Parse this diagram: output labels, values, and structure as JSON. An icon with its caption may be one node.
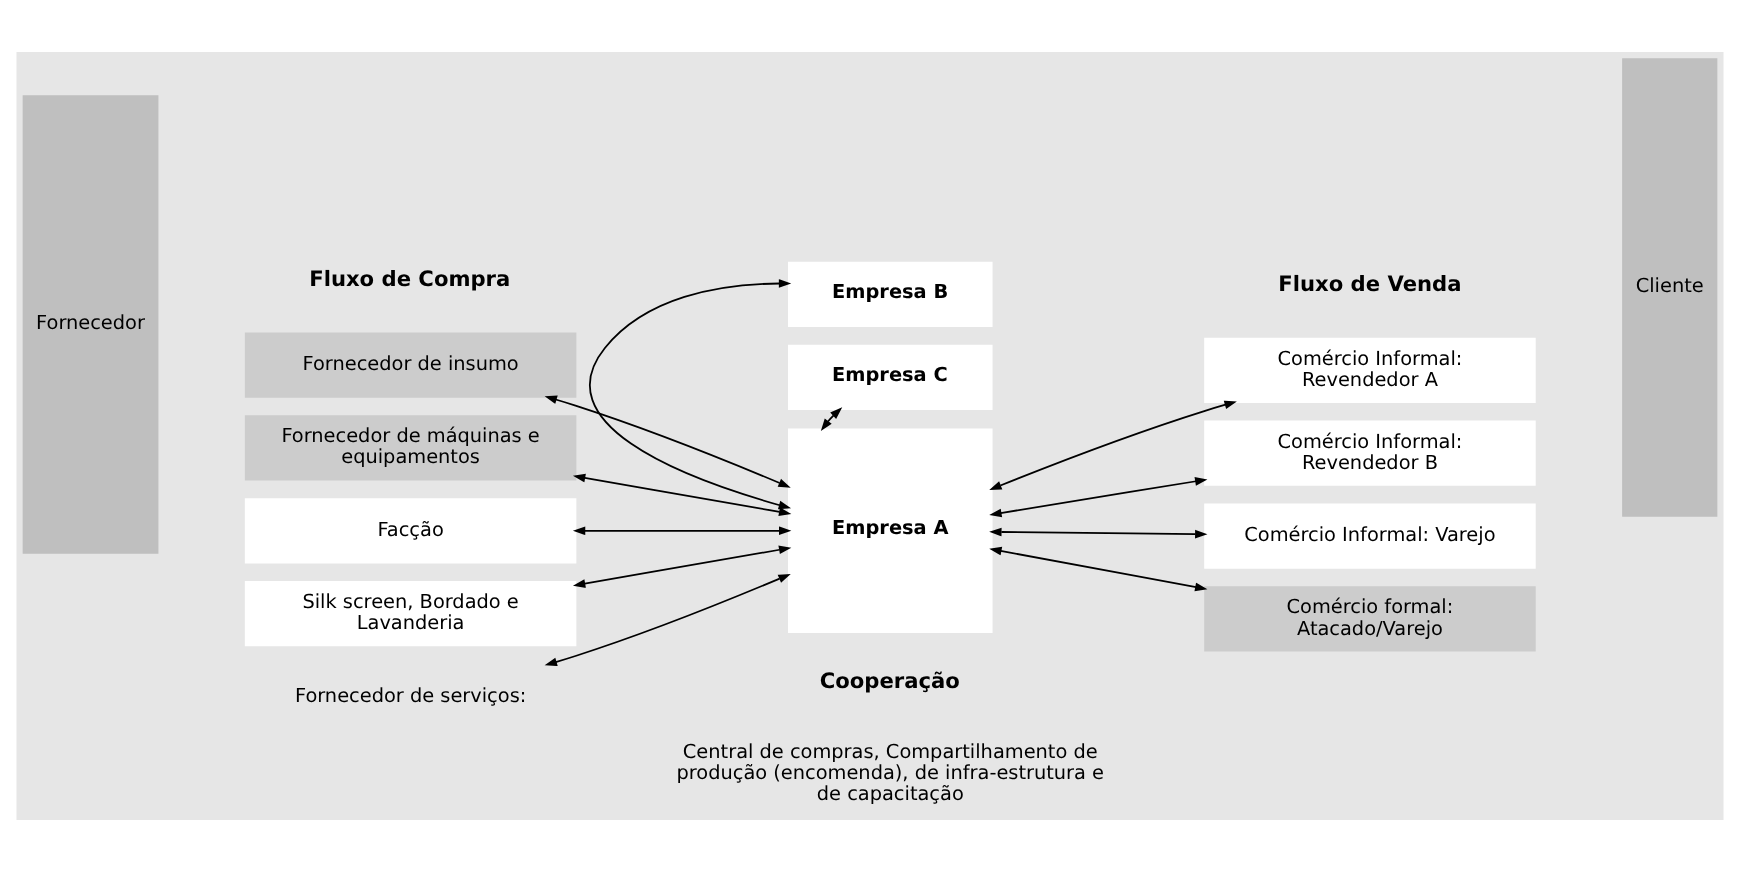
{
  "diagram": {
    "nodes": [
      {
        "text": [
          "Fornecedor"
        ]
      },
      {
        "text": [
          "Cliente"
        ]
      },
      {
        "text": [
          "Fornecedor de insumo"
        ]
      },
      {
        "text": [
          "Fornecedor de máquinas e equipamentos"
        ]
      },
      {
        "text": [
          "Facção"
        ]
      },
      {
        "text": [
          "Silk screen, Bordado e Lavanderia"
        ]
      },
      {
        "text": [
          "Fornecedor de serviços:"
        ]
      },
      {
        "text": [
          "Empresa A"
        ]
      },
      {
        "text": [
          "Comércio Informal: Revendedor A"
        ]
      },
      {
        "text": [
          "Comércio Informal: Revendedor B"
        ]
      },
      {
        "text": [
          "Comércio Informal: Varejo"
        ]
      },
      {
        "text": [
          "Comércio formal: Atacado/Varejo"
        ]
      },
      {
        "text": [
          "Empresa B"
        ]
      },
      {
        "text": [
          "Empresa C"
        ]
      }
    ],
    "edges": [
      {
        "from": 2,
        "to": 7,
        "arrow": "both"
      },
      {
        "from": 3,
        "to": 7,
        "arrow": "both"
      },
      {
        "from": 4,
        "to": 7,
        "arrow": "both"
      },
      {
        "from": 5,
        "to": 7,
        "arrow": "both"
      },
      {
        "from": 6,
        "to": 7,
        "arrow": "both"
      },
      {
        "from": 7,
        "to": 8,
        "arrow": "both"
      },
      {
        "from": 7,
        "to": 9,
        "arrow": "both"
      },
      {
        "from": 7,
        "to": 10,
        "arrow": "both"
      },
      {
        "from": 7,
        "to": 11,
        "arrow": "both"
      },
      {
        "from": 12,
        "to": 7,
        "arrow": "both"
      },
      {
        "from": 13,
        "to": 7,
        "arrow": "both"
      }
    ],
    "labels": [
      "Fluxo de Compra",
      "Fluxo de Venda",
      "Cooperação",
      "Central de compras, Compartilhamento de produção (encomenda), de infra-estrutura e de capacitação"
    ]
  }
}
